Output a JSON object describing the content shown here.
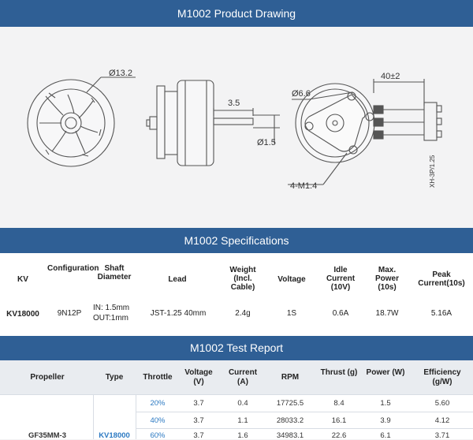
{
  "titles": {
    "drawing": "M1002 Product Drawing",
    "specs": "M1002 Specifications",
    "test": "M1002 Test Report"
  },
  "drawing": {
    "dia_outer": "Ø13.2",
    "shaft_len": "3.5",
    "shaft_dia": "Ø1.5",
    "dia_mount": "Ø6.6",
    "lead_len": "40±2",
    "screw": "4-M1.4",
    "connector": "XH-3P/1.25"
  },
  "specs": {
    "headers": [
      "KV",
      "Configuration",
      "Shaft Diameter",
      "Lead",
      "Weight (Incl. Cable)",
      "Voltage",
      "Idle Current (10V)",
      "Max. Power (10s)",
      "Peak Current(10s)"
    ],
    "values": [
      "KV18000",
      "9N12P",
      "IN: 1.5mm OUT:1mm",
      "JST-1.25 40mm",
      "2.4g",
      "1S",
      "0.6A",
      "18.7W",
      "5.16A"
    ]
  },
  "test": {
    "headers": [
      "Propeller",
      "Type",
      "Throttle",
      "Voltage (V)",
      "Current (A)",
      "RPM",
      "Thrust (g)",
      "Power (W)",
      "Efficiency (g/W)"
    ],
    "propeller": "GF35MM-3",
    "type": "KV18000",
    "rows": [
      [
        "20%",
        "3.7",
        "0.4",
        "17725.5",
        "8.4",
        "1.5",
        "5.60"
      ],
      [
        "40%",
        "3.7",
        "1.1",
        "28033.2",
        "16.1",
        "3.9",
        "4.12"
      ],
      [
        "60%",
        "3.7",
        "1.6",
        "34983.1",
        "22.6",
        "6.1",
        "3.71"
      ]
    ]
  }
}
